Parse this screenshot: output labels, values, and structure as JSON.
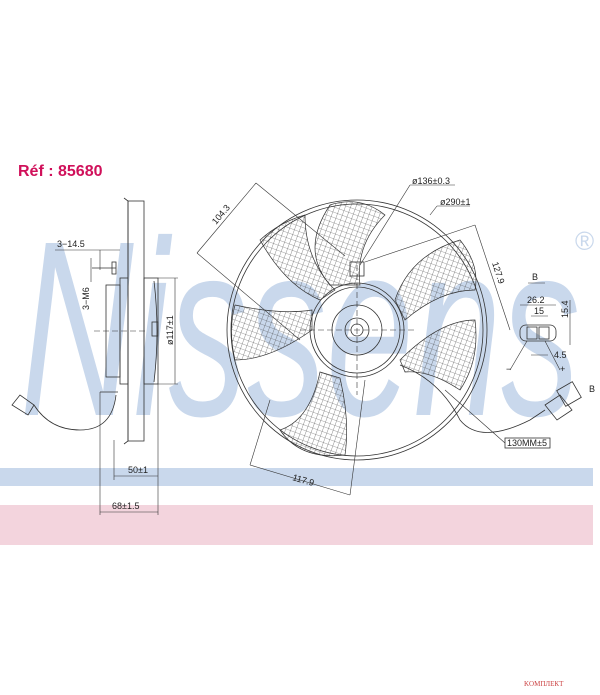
{
  "reference": "Réf : 85680",
  "watermark": {
    "brand": "Nissens",
    "registered": "®"
  },
  "colors": {
    "watermark_blue": "#c9d8ec",
    "band_pink": "#f3d4dd",
    "ref_red": "#d0105a"
  },
  "dimensions": {
    "bolt_spacing": "3−14.5",
    "bolts": "3−M6",
    "motor_diameter": "ø117±1",
    "depth_motor": "50±1",
    "depth_total": "68±1.5",
    "radius_a": "104.3",
    "radius_b": "127.9",
    "radius_c": "117.9",
    "hub_diameter": "ø136±0.3",
    "fan_diameter": "ø290±1",
    "cable_length": "130MM±5"
  },
  "connector": {
    "view_label": "B",
    "width": "26.2",
    "inner_width": "15",
    "height": "15.4",
    "pin_gap": "4.5",
    "minus": "−",
    "plus": "+",
    "pointer_label": "B"
  },
  "footer": {
    "logo_text": "KOMПЛЕКТ"
  }
}
